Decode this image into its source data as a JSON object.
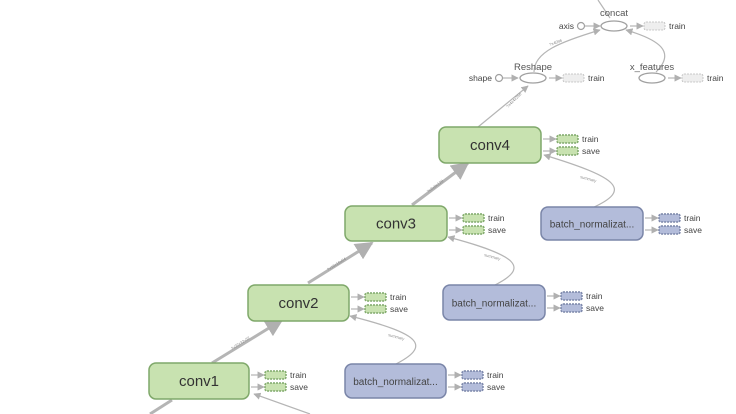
{
  "graph": {
    "meta_nodes": [
      {
        "id": "conv1",
        "label": "conv1",
        "outputs": [
          "train",
          "save"
        ]
      },
      {
        "id": "conv2",
        "label": "conv2",
        "outputs": [
          "train",
          "save"
        ]
      },
      {
        "id": "conv3",
        "label": "conv3",
        "outputs": [
          "train",
          "save"
        ]
      },
      {
        "id": "conv4",
        "label": "conv4",
        "outputs": [
          "train",
          "save"
        ]
      }
    ],
    "bn_nodes": [
      {
        "id": "bn1",
        "label": "batch_normalizat...",
        "outputs": [
          "train",
          "save"
        ]
      },
      {
        "id": "bn2",
        "label": "batch_normalizat...",
        "outputs": [
          "train",
          "save"
        ]
      },
      {
        "id": "bn3",
        "label": "batch_normalizat...",
        "outputs": [
          "train",
          "save"
        ]
      }
    ],
    "op_nodes": [
      {
        "id": "reshape",
        "label": "Reshape",
        "input_const": "shape",
        "outputs": [
          "train"
        ]
      },
      {
        "id": "concat",
        "label": "concat",
        "input_const": "axis",
        "outputs": [
          "train"
        ]
      },
      {
        "id": "x_features",
        "label": "x_features",
        "outputs": [
          "train"
        ]
      }
    ],
    "colors": {
      "meta_fill": "#c8e2b0",
      "meta_stroke": "#7fa86a",
      "bn_fill": "#b3bcda",
      "bn_stroke": "#7a85a8",
      "edge": "#b5b5b5"
    }
  }
}
